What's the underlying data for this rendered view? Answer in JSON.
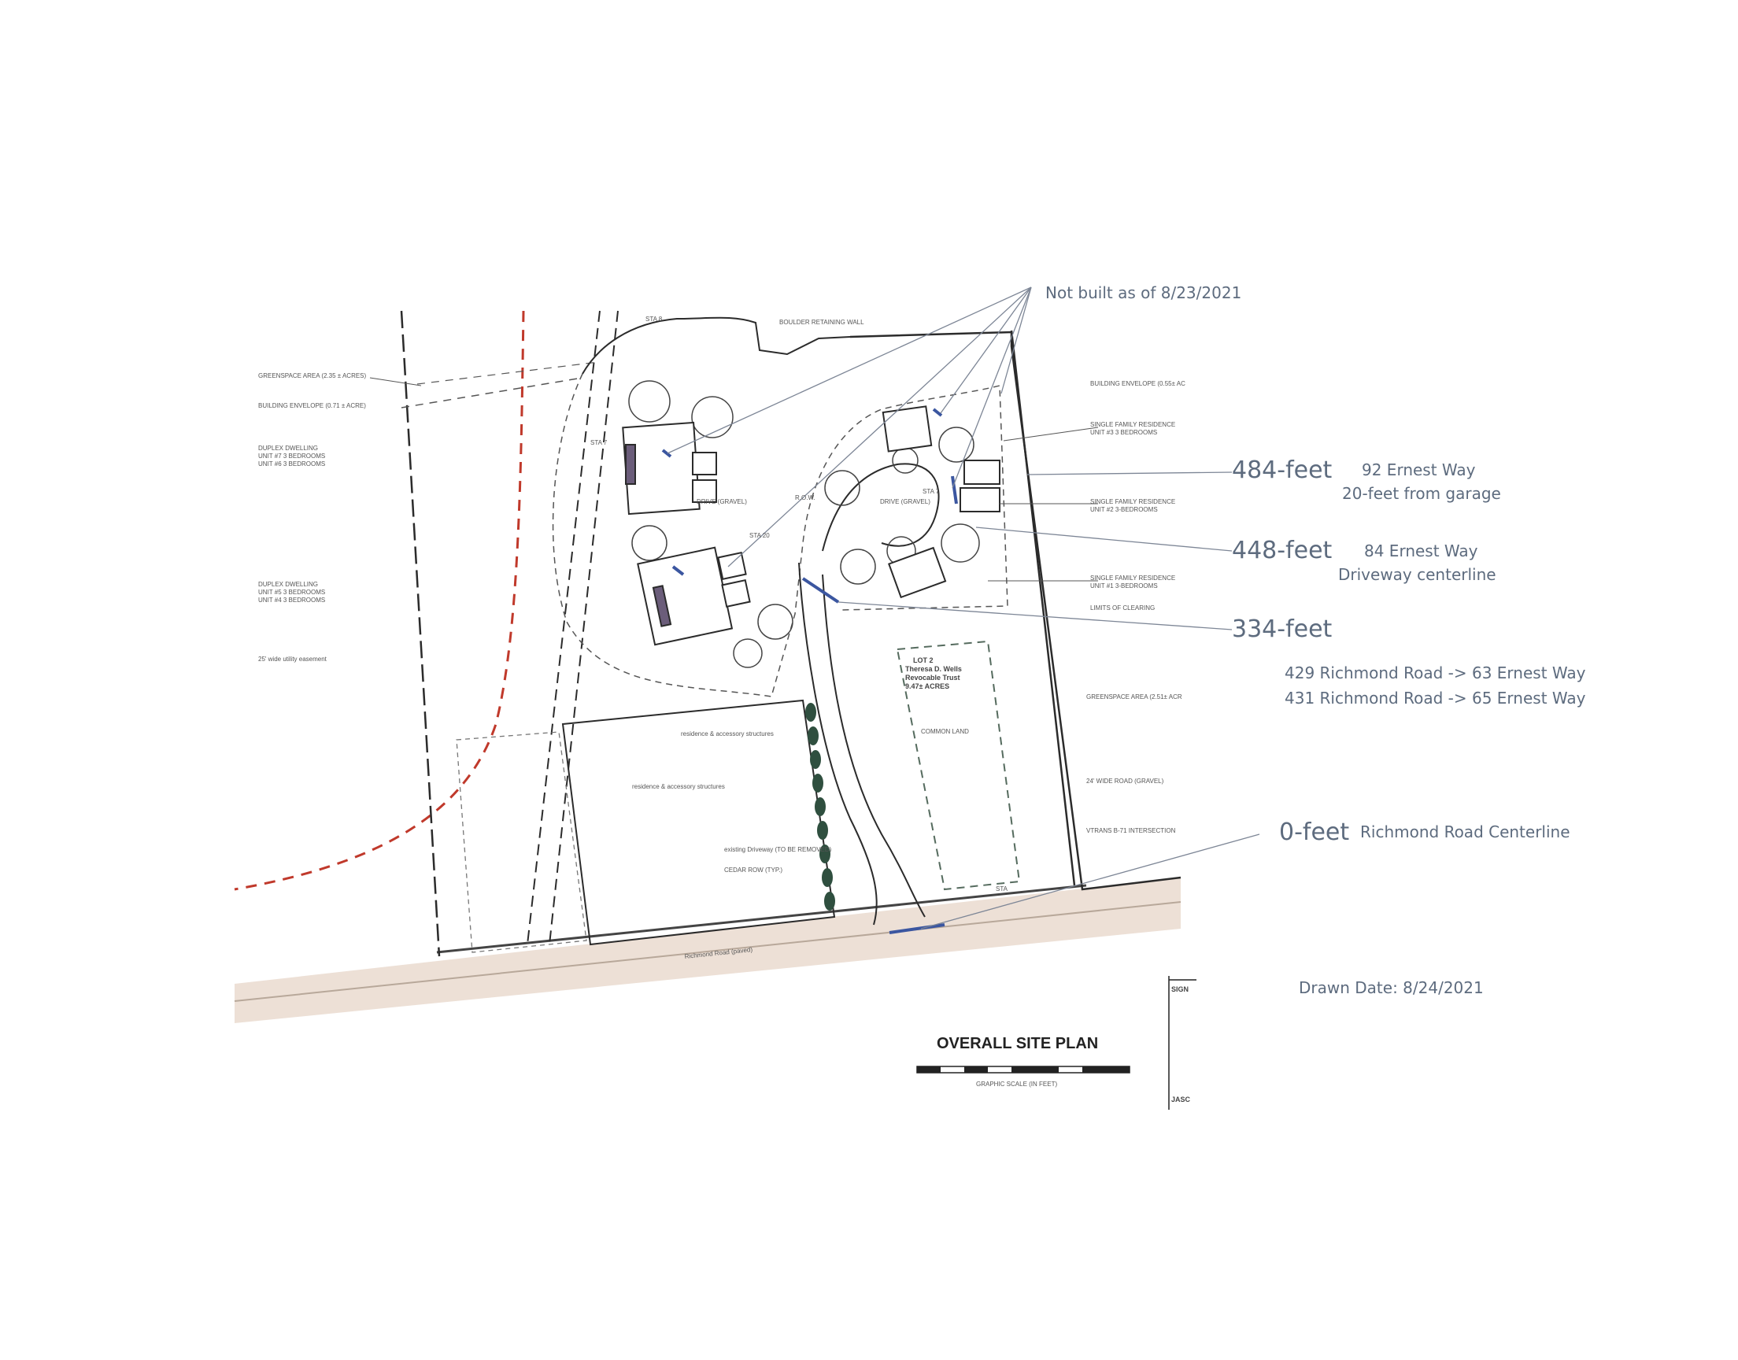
{
  "callouts": {
    "not_built": "Not built as of 8/23/2021",
    "d484": {
      "dist": "484-feet",
      "line1": "92 Ernest Way",
      "line2": "20-feet from garage"
    },
    "d448": {
      "dist": "448-feet",
      "line1": "84 Ernest Way",
      "line2": "Driveway centerline"
    },
    "d334": {
      "dist": "334-feet"
    },
    "richmond1": "429 Richmond Road -> 63 Ernest Way",
    "richmond2": "431 Richmond Road -> 65 Ernest Way",
    "d0": {
      "dist": "0-feet",
      "line1": "Richmond Road Centerline"
    },
    "drawn_date": "Drawn Date: 8/24/2021"
  },
  "plan_labels": {
    "title": "OVERALL SITE PLAN",
    "greenspace_left": "GREENSPACE AREA (2.35 ± ACRES)",
    "building_envelope_left": "BUILDING ENVELOPE (0.71 ± ACRE)",
    "duplex_a": "DUPLEX DWELLING",
    "duplex_a_units": "UNIT #7 3 BEDROOMS",
    "duplex_a_units2": "UNIT #6 3 BEDROOMS",
    "duplex_b": "DUPLEX DWELLING",
    "duplex_b_units": "UNIT #5 3 BEDROOMS",
    "duplex_b_units2": "UNIT #4 3 BEDROOMS",
    "utility_easement": "25' wide utility easement",
    "boulder_wall": "BOULDER RETAINING WALL",
    "building_envelope_right": "BUILDING ENVELOPE (0.55± AC",
    "sfr_3": "SINGLE FAMILY RESIDENCE",
    "sfr_3_units": "UNIT #3 3 BEDROOMS",
    "sfr_2": "SINGLE FAMILY RESIDENCE",
    "sfr_2_units": "UNIT #2 3-BEDROOMS",
    "sfr_1": "SINGLE FAMILY RESIDENCE",
    "sfr_1_units": "UNIT #1 3-BEDROOMS",
    "limits_clearing": "LIMITS OF CLEARING",
    "drive_gravel_left": "DRIVE (GRAVEL)",
    "drive_gravel_right": "DRIVE (GRAVEL)",
    "row": "R.O.W.",
    "lot": "LOT 2",
    "lot_owner": "Theresa D. Wells",
    "lot_trust": "Revocable Trust",
    "lot_acres": "9.47± ACRES",
    "common_land": "COMMON LAND",
    "greenspace_right": "GREENSPACE AREA (2.51± ACR",
    "road_gravel": "24' WIDE ROAD (GRAVEL)",
    "intersection": "VTRANS B-71 INTERSECTION",
    "residence_acc": "residence & accessory structures",
    "existing_driveway": "existing Driveway (TO BE REMOVED)",
    "cedar_row": "CEDAR ROW (TYP.)",
    "richmond_road": "Richmond Road (paved)",
    "sta_a": "STA 8",
    "sta_b": "STA 7",
    "sta_c": "STA 20",
    "sta_d": "STA 7",
    "sta_e": "STA",
    "scale_caption": "GRAPHIC SCALE  (IN FEET)",
    "sign_block": "SIGN",
    "sign_block2": "JASC"
  },
  "colors": {
    "annotation": "#5d6b7e",
    "plan_line": "#2b2b2b",
    "boundary_red": "#c0392b",
    "marker_blue": "#3b56a0",
    "road_fill": "#e8d8cc",
    "cedar": "#2f4f3f"
  }
}
